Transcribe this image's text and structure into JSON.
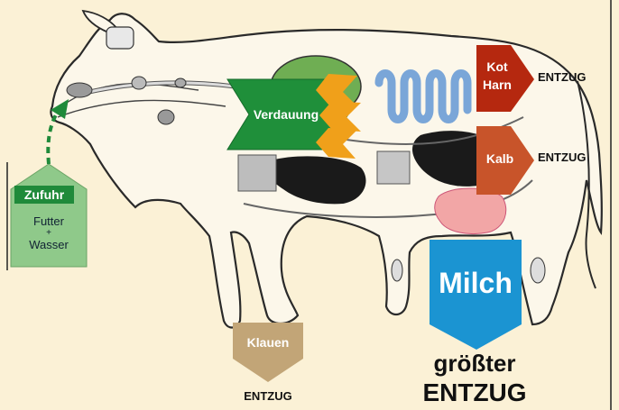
{
  "intake": {
    "title": "Zufuhr",
    "line1": "Futter",
    "plus": "+",
    "line2": "Wasser"
  },
  "digestion": {
    "label": "Verdauung"
  },
  "outputs": {
    "feces_urine": {
      "line1": "Kot",
      "line2": "Harn",
      "tag": "ENTZUG"
    },
    "calf": {
      "label": "Kalb",
      "tag": "ENTZUG"
    },
    "hooves": {
      "label": "Klauen",
      "tag": "ENTZUG"
    },
    "milk": {
      "label": "Milch",
      "caption1": "größter",
      "caption2": "ENTZUG"
    }
  },
  "colors": {
    "background": "#fbf1d6",
    "intake": "#8fc98a",
    "intake_title_bg": "#1f8a3a",
    "digestion": "#1f8f3a",
    "digestion_chevrons": "#f0a01a",
    "feces_urine": "#b5280f",
    "calf": "#c8542a",
    "hooves": "#c2a577",
    "milk": "#1b94d2",
    "intestine": "#7aa6d8",
    "rumen": "#6fae53",
    "udder": "#f2a6a6",
    "organs_dark": "#1a1a1a"
  }
}
